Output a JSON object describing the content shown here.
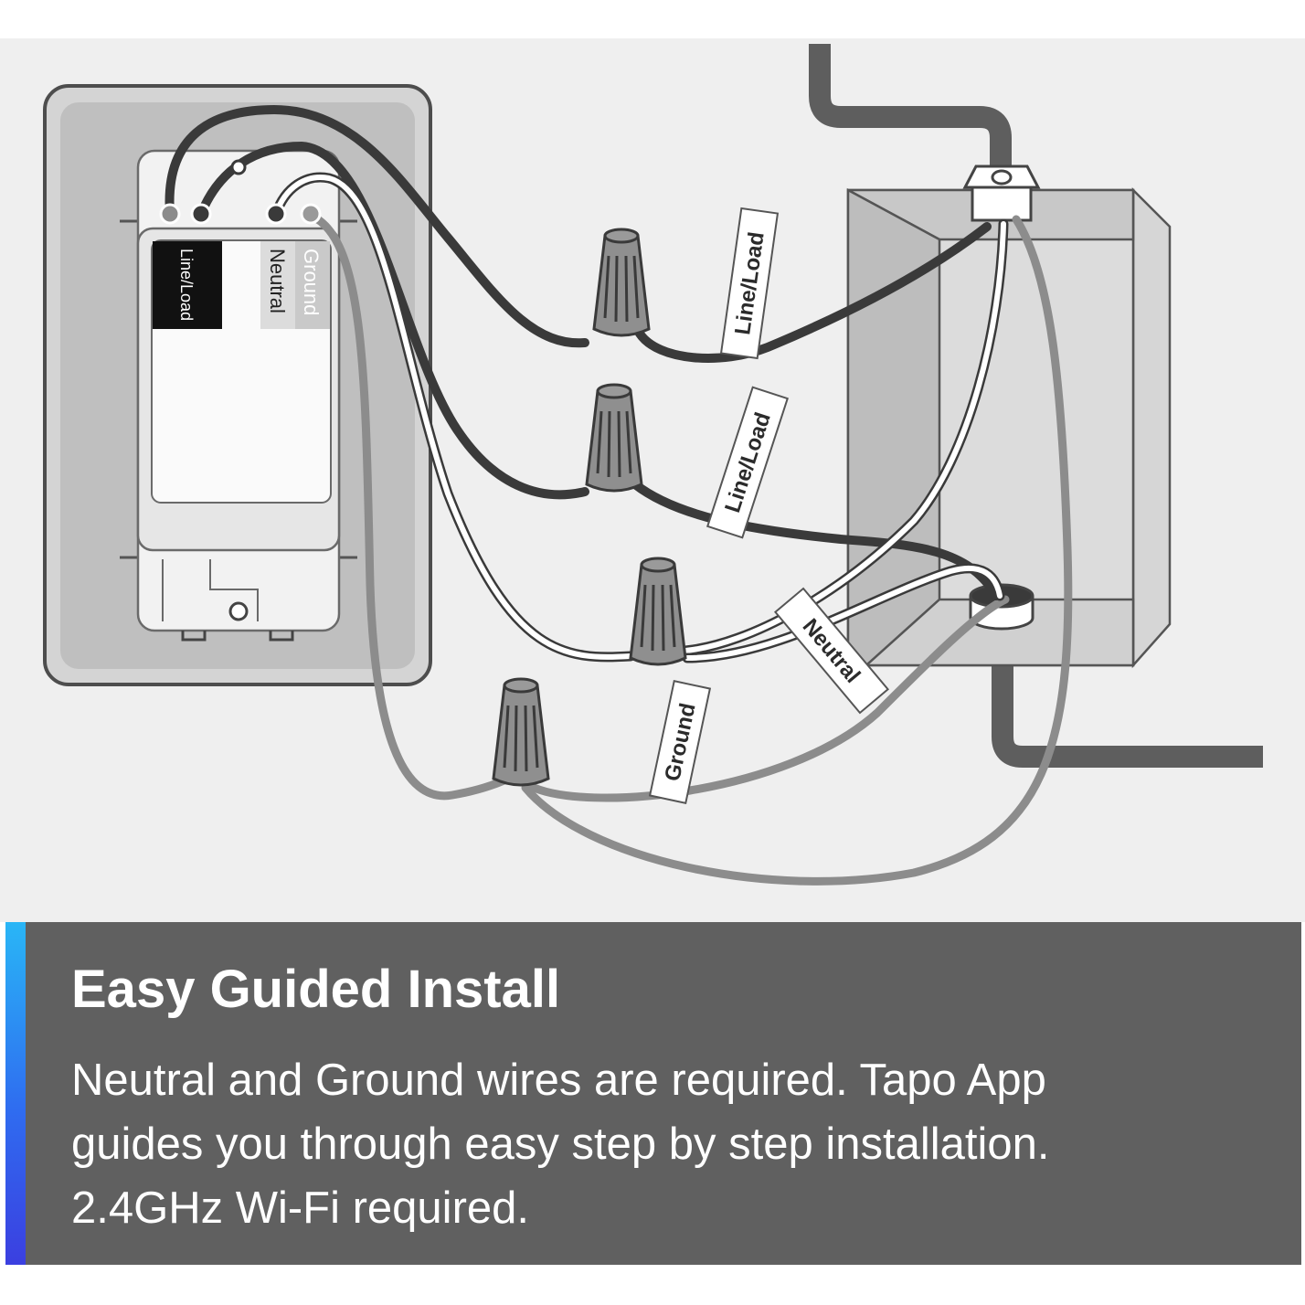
{
  "switch": {
    "line_load_label": "Line/Load",
    "neutral_label": "Neutral",
    "ground_label": "Ground"
  },
  "wire_tags": {
    "line_load_1": "Line/Load",
    "line_load_2": "Line/Load",
    "neutral": "Neutral",
    "ground": "Ground"
  },
  "banner": {
    "title": "Easy Guided Install",
    "lines": [
      "Neutral and Ground wires are required. Tapo App",
      "guides you through easy step by step installation.",
      "2.4GHz Wi-Fi required."
    ]
  },
  "colors": {
    "background": "#efefef",
    "hot_wire": "#3a3a3a",
    "neutral_wire": "#ffffff",
    "ground_wire": "#8c8c8c",
    "banner_bg": "#606060",
    "accent_top": "#29b6f6",
    "accent_bottom": "#3b3fe0"
  }
}
